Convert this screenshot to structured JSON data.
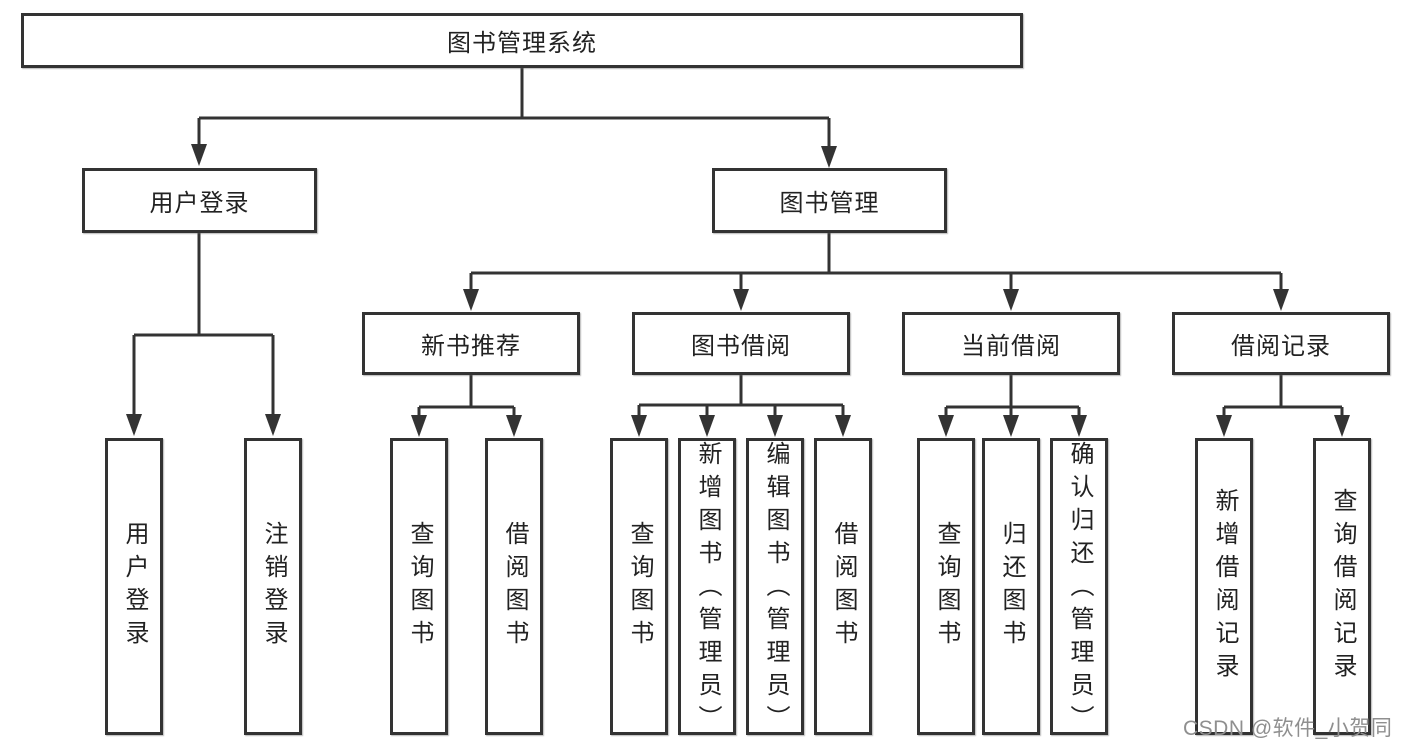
{
  "page": {
    "background_color": "#ffffff",
    "line_color": "#333333",
    "text_color": "#222222"
  },
  "diagram": {
    "root": {
      "label": "图书管理系统"
    },
    "level2": [
      {
        "label": "用户登录"
      },
      {
        "label": "图书管理"
      }
    ],
    "level3": [
      {
        "label": "新书推荐"
      },
      {
        "label": "图书借阅"
      },
      {
        "label": "当前借阅"
      },
      {
        "label": "借阅记录"
      }
    ],
    "leaves": {
      "user_login": [
        "用户登录",
        "注销登录"
      ],
      "new_book": [
        "查询图书",
        "借阅图书"
      ],
      "book_borrow": [
        "查询图书",
        "新增图书（管理员）",
        "编辑图书（管理员）",
        "借阅图书"
      ],
      "current_borrow": [
        "查询图书",
        "归还图书",
        "确认归还（管理员）"
      ],
      "borrow_records": [
        "新增借阅记录",
        "查询借阅记录"
      ]
    }
  },
  "watermark": {
    "text": "CSDN @软件_小贺同学",
    "color": "#8f8f8f"
  }
}
